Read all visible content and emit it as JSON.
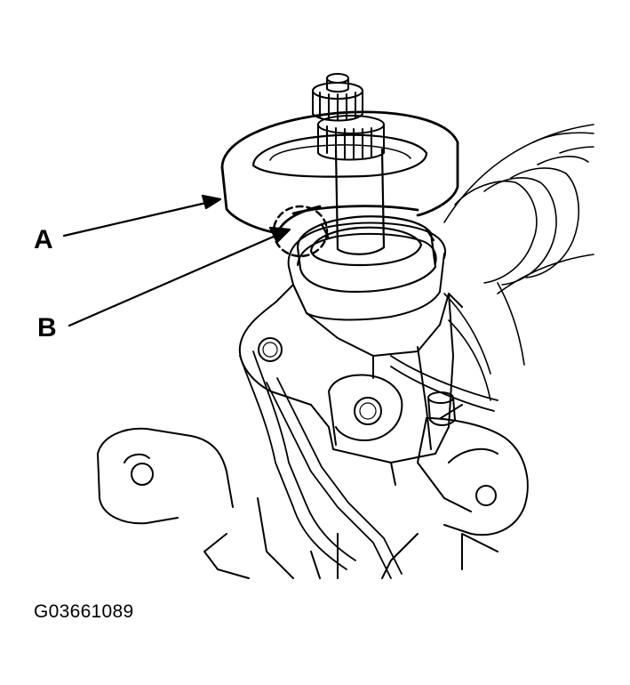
{
  "callouts": {
    "a": "A",
    "b": "B"
  },
  "figure_id": "G03661089",
  "colors": {
    "ink": "#000000",
    "background": "#ffffff"
  }
}
